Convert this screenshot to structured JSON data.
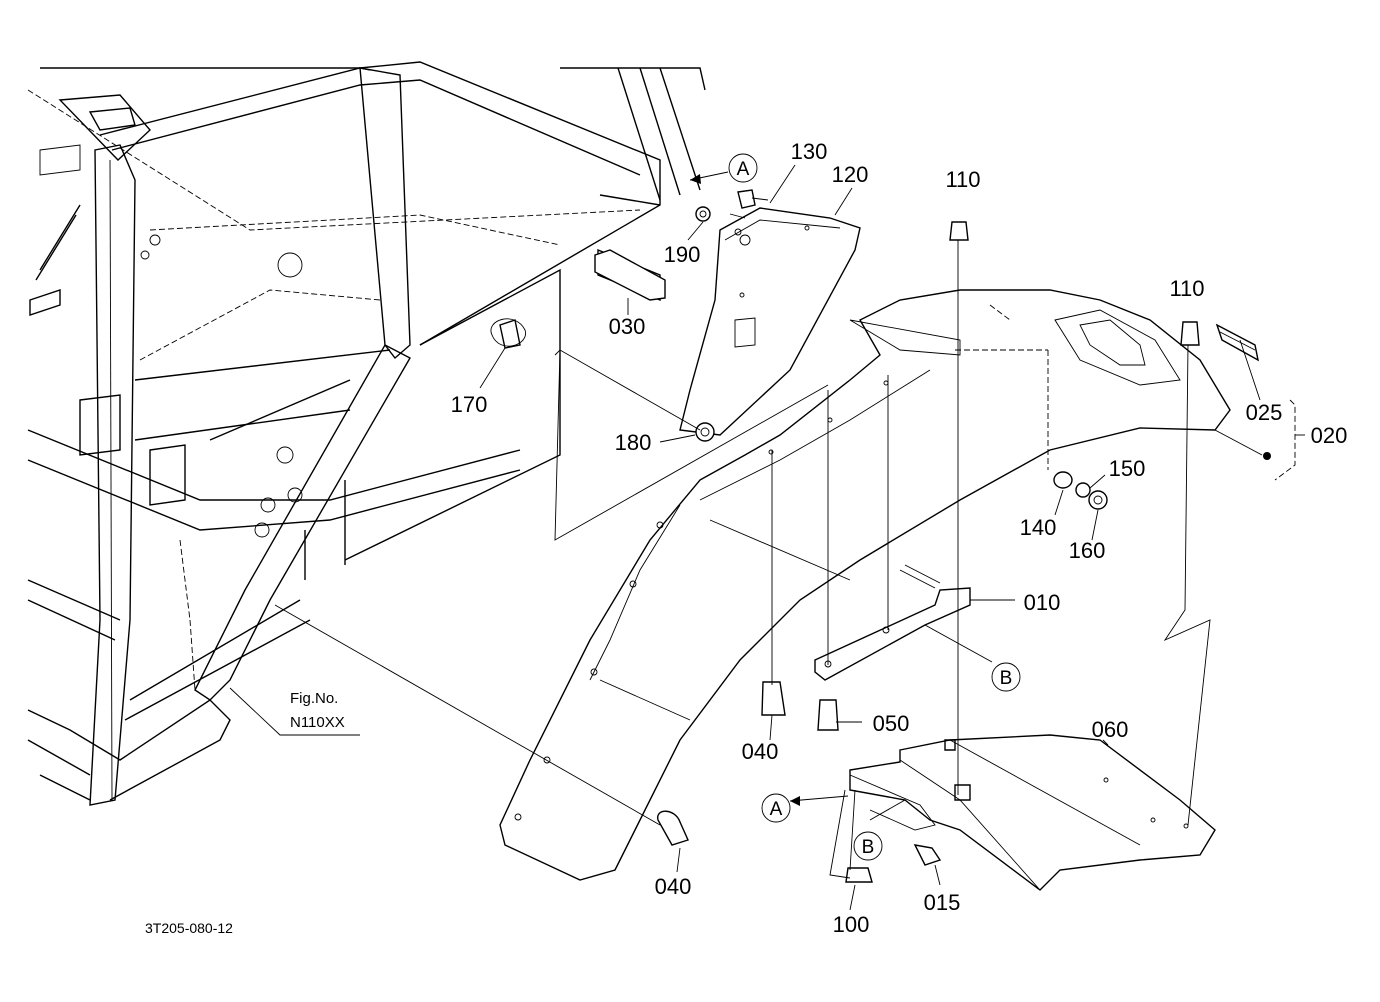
{
  "drawing": {
    "code": "3T205-080-12",
    "fig_ref_line1": "Fig.No.",
    "fig_ref_line2": "N110XX"
  },
  "callouts": {
    "p010": "010",
    "p015": "015",
    "p020": "020",
    "p025": "025",
    "p030": "030",
    "p040a": "040",
    "p040b": "040",
    "p050": "050",
    "p060": "060",
    "p100": "100",
    "p110a": "110",
    "p110b": "110",
    "p120": "120",
    "p130": "130",
    "p140": "140",
    "p150": "150",
    "p160": "160",
    "p170": "170",
    "p180": "180",
    "p190": "190"
  },
  "markers": {
    "A_top": "A",
    "A_bottom": "A",
    "B_right": "B",
    "B_bottom": "B"
  }
}
